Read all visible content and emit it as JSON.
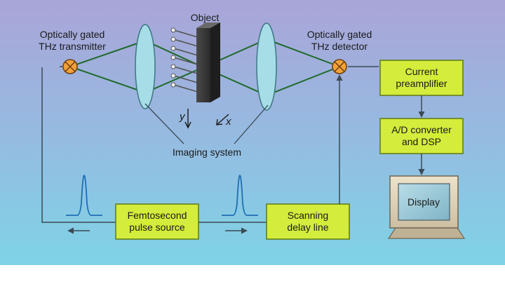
{
  "labels": {
    "object": "Object",
    "transmitter": [
      "Optically gated",
      "THz transmitter"
    ],
    "detector": [
      "Optically gated",
      "THz detector"
    ],
    "imaging_system": "Imaging system",
    "axis_y": "y",
    "axis_x": "x"
  },
  "boxes": {
    "preamp": [
      "Current",
      "preamplifier"
    ],
    "adc": [
      "A/D converter",
      "and DSP"
    ],
    "display": "Display",
    "femto": [
      "Femtosecond",
      "pulse source"
    ],
    "scanning": [
      "Scanning",
      "delay line"
    ]
  },
  "colors": {
    "background_top": "#a9a5d8",
    "background_bottom": "#7fd3e6",
    "box_fill": "#d4ec3c",
    "lens_fill": "#a6dde6",
    "beam": "#1f6a2a",
    "pulse": "#1f6fb5",
    "gate": "#f2a23a"
  }
}
